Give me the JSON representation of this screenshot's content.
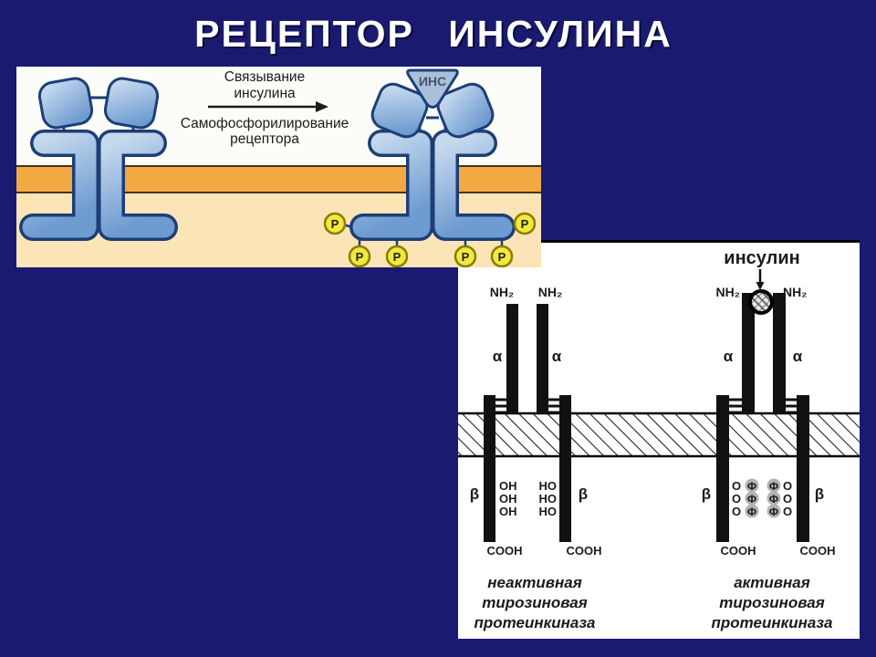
{
  "slide": {
    "title": "РЕЦЕПТОР ИНСУЛИНА",
    "colors": {
      "background": "#1a1a70",
      "title_text": "#ffffff"
    }
  },
  "binding_diagram": {
    "arrow_label_top": [
      "Связывание",
      "инсулина"
    ],
    "arrow_label_bottom": [
      "Самофосфорилирование",
      "рецептора"
    ],
    "insulin_badge": "ИНС",
    "phosphate": "Р",
    "colors": {
      "membrane": "#f2a843",
      "cytoplasm": "#fbe4b6",
      "extracellular": "#fcfcf9",
      "receptor_fill": "#7ca6d8",
      "receptor_outline": "#1d3e77",
      "phosphate_fill": "#f2e93e",
      "phosphate_outline": "#8a7d00"
    }
  },
  "kinase_diagram": {
    "insulin_label": "инсулин",
    "nh2": "NH₂",
    "alpha": "α",
    "beta": "β",
    "oh": "OH",
    "ho": "HO",
    "o": "О",
    "f": "Ф",
    "cooh": "COOH",
    "caption_inactive": [
      "неактивная",
      "тирозиновая",
      "протеинкиназа"
    ],
    "caption_active": [
      "активная",
      "тирозиновая",
      "протеинкиназа"
    ],
    "colors": {
      "bars": "#111111",
      "phospho_circle": "#b3b3b3"
    }
  }
}
